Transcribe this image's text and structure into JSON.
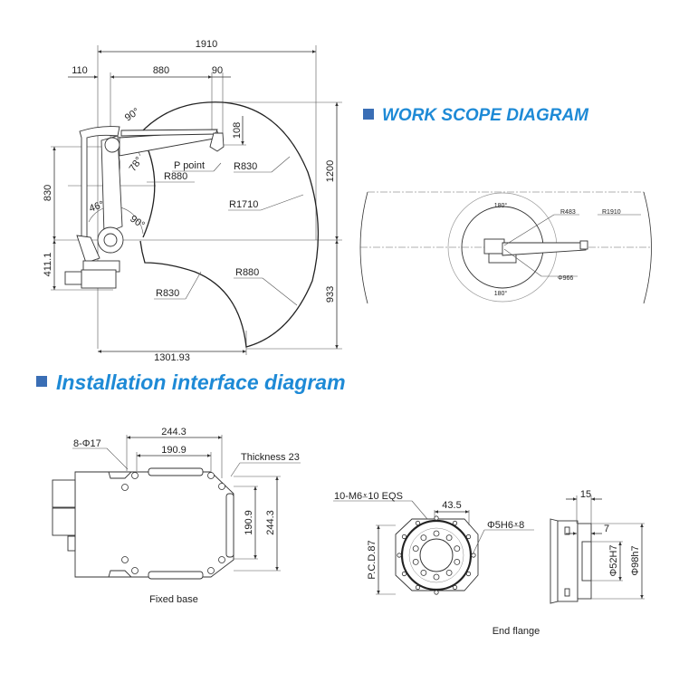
{
  "headings": {
    "work_scope": "WORK SCOPE DIAGRAM",
    "installation": "Installation interface diagram"
  },
  "colors": {
    "heading_text": "#1e8ad6",
    "heading_marker": "#3a6eb5"
  },
  "side_view": {
    "dim_overall_width": "1910",
    "dim_110": "110",
    "dim_880": "880",
    "dim_90": "90",
    "dim_108": "108",
    "dim_1200": "1200",
    "dim_933": "933",
    "dim_830": "830",
    "dim_411": "411.1",
    "dim_1301": "1301.93",
    "angle_90_top": "90°",
    "angle_78": "78°",
    "angle_46": "46°",
    "angle_90_bottom": "90°",
    "p_point": "P point",
    "r830_upper": "R830",
    "r880_upper": "R880",
    "r1710": "R1710",
    "r880_lower": "R880",
    "r830_lower": "R830"
  },
  "top_view": {
    "angle_top": "180°",
    "angle_bottom": "180°",
    "r483": "R483",
    "r1910": "R1910",
    "phi966": "Φ966"
  },
  "fixed_base": {
    "holes": "8-Φ17",
    "dim_outer_h": "244.3",
    "dim_inner_h": "190.9",
    "thickness": "Thickness 23",
    "dim_inner_v": "190.9",
    "dim_outer_v": "244.3",
    "caption": "Fixed base"
  },
  "end_flange": {
    "threads": "10-M6⩡10 EQS",
    "dim_43_5": "43.5",
    "pin": "Φ5H6⩡8",
    "pcd": "P.C.D.87",
    "dim_15": "15",
    "dim_7": "7",
    "phi52": "Φ52H7",
    "phi98": "Φ98h7",
    "caption": "End flange"
  }
}
